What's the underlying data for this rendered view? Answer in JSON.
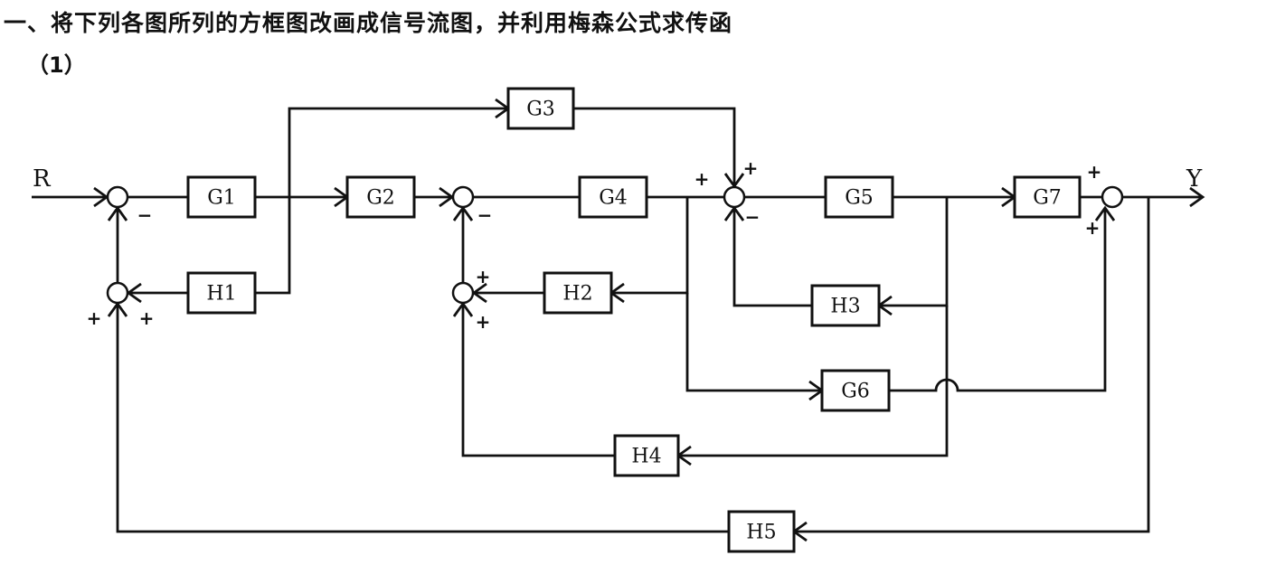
{
  "heading": "一、将下列各图所列的方框图改画成信号流图，并利用梅森公式求传函",
  "subheading": "（1）",
  "diagram": {
    "input_label": "R",
    "output_label": "Y",
    "blocks": {
      "G1": "G1",
      "G2": "G2",
      "G3": "G3",
      "G4": "G4",
      "G5": "G5",
      "G6": "G6",
      "G7": "G7",
      "H1": "H1",
      "H2": "H2",
      "H3": "H3",
      "H4": "H4",
      "H5": "H5"
    },
    "signs": {
      "s1_bottom": "−",
      "s2_bottom": "−",
      "s3_left": "+",
      "s3_top": "+",
      "s3_bottom": "−",
      "s4_top": "+",
      "s4_bottom": "+",
      "s5_left": "+",
      "s5_right": "+",
      "s6_top": "+",
      "s6_bottom": "+"
    }
  }
}
